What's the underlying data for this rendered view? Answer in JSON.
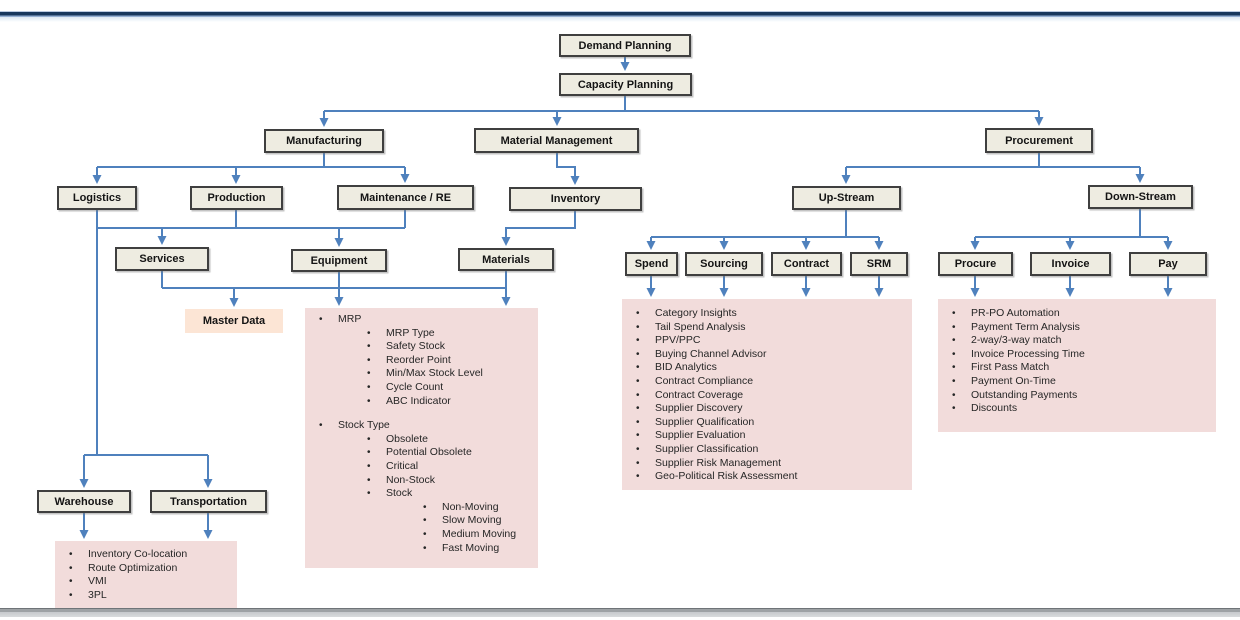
{
  "colors": {
    "node_fill": "#eeece1",
    "node_border": "#3f3f3f",
    "panel_pink": "#f2dcdb",
    "panel_peach": "#fce5d5",
    "connector_blue": "#4f81bd",
    "top_bar_navy": "#16365c",
    "bottom_bar_gray": "#9ea2a5"
  },
  "nodes": {
    "demand_planning": "Demand Planning",
    "capacity_planning": "Capacity Planning",
    "manufacturing": "Manufacturing",
    "material_management": "Material Management",
    "procurement": "Procurement",
    "logistics": "Logistics",
    "production": "Production",
    "maintenance_re": "Maintenance / RE",
    "inventory": "Inventory",
    "services": "Services",
    "equipment": "Equipment",
    "materials": "Materials",
    "master_data": "Master Data",
    "up_stream": "Up-Stream",
    "down_stream": "Down-Stream",
    "spend": "Spend",
    "sourcing": "Sourcing",
    "contract": "Contract",
    "srm": "SRM",
    "procure": "Procure",
    "invoice": "Invoice",
    "pay": "Pay",
    "warehouse": "Warehouse",
    "transportation": "Transportation"
  },
  "panels": {
    "materials_detail": [
      {
        "t": "MRP",
        "lv": 0
      },
      {
        "t": "MRP Type",
        "lv": 1
      },
      {
        "t": "Safety Stock",
        "lv": 1
      },
      {
        "t": "Reorder Point",
        "lv": 1
      },
      {
        "t": "Min/Max Stock Level",
        "lv": 1
      },
      {
        "t": "Cycle Count",
        "lv": 1
      },
      {
        "t": "ABC Indicator",
        "lv": 1
      },
      {
        "t": "Stock Type",
        "lv": 0,
        "gap": true
      },
      {
        "t": "Obsolete",
        "lv": 1
      },
      {
        "t": "Potential Obsolete",
        "lv": 1
      },
      {
        "t": "Critical",
        "lv": 1
      },
      {
        "t": "Non-Stock",
        "lv": 1
      },
      {
        "t": "Stock",
        "lv": 1
      },
      {
        "t": "Non-Moving",
        "lv": 2
      },
      {
        "t": "Slow Moving",
        "lv": 2
      },
      {
        "t": "Medium Moving",
        "lv": 2
      },
      {
        "t": "Fast Moving",
        "lv": 2
      }
    ],
    "upstream_detail": [
      "Category Insights",
      "Tail Spend Analysis",
      "PPV/PPC",
      "Buying Channel Advisor",
      "BID Analytics",
      "Contract Compliance",
      "Contract Coverage",
      "Supplier Discovery",
      "Supplier Qualification",
      "Supplier Evaluation",
      "Supplier Classification",
      "Supplier Risk Management",
      "Geo-Political Risk Assessment"
    ],
    "downstream_detail": [
      "PR-PO Automation",
      "Payment Term Analysis",
      "2-way/3-way match",
      "Invoice Processing Time",
      "First Pass Match",
      "Payment On-Time",
      "Outstanding Payments",
      "Discounts"
    ],
    "logistics_detail": [
      "Inventory Co-location",
      "Route Optimization",
      "VMI",
      "3PL"
    ]
  }
}
